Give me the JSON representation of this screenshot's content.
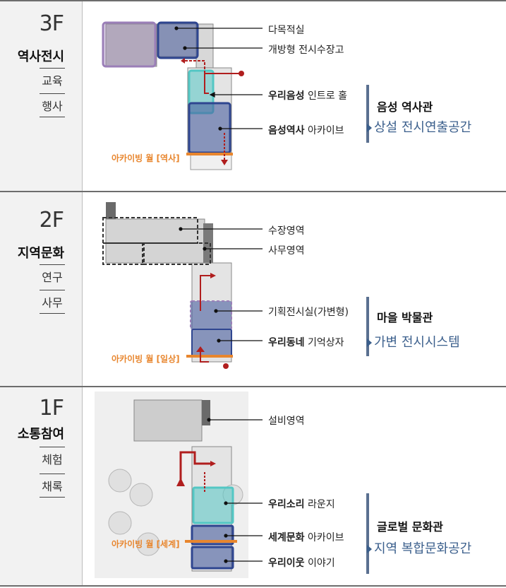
{
  "floors": [
    {
      "floor": "3F",
      "theme": "역사전시",
      "subs": [
        "교육",
        "행사"
      ],
      "labels": [
        {
          "bold": "",
          "text": "다목적실"
        },
        {
          "bold": "",
          "text": "개방형 전시수장고"
        },
        {
          "bold": "우리음성",
          "text": " 인트로 홀"
        },
        {
          "bold": "음성역사",
          "text": " 아카이브"
        }
      ],
      "hall": "음성 역사관",
      "space": "상설 전시연출공간",
      "archive": "아카이빙 월 [역사]"
    },
    {
      "floor": "2F",
      "theme": "지역문화",
      "subs": [
        "연구",
        "사무"
      ],
      "labels": [
        {
          "bold": "",
          "text": "수장영역"
        },
        {
          "bold": "",
          "text": "사무영역"
        },
        {
          "bold": "",
          "text": "기획전시실(가변형)"
        },
        {
          "bold": "우리동네",
          "text": " 기억상자"
        }
      ],
      "hall": "마을 박물관",
      "space": "가변 전시시스템",
      "archive": "아카이빙 월 [일상]"
    },
    {
      "floor": "1F",
      "theme": "소통참여",
      "subs": [
        "체험",
        "채록"
      ],
      "labels": [
        {
          "bold": "",
          "text": "설비영역"
        },
        {
          "bold": "우리소리",
          "text": " 라운지"
        },
        {
          "bold": "세계문화",
          "text": " 아카이브"
        },
        {
          "bold": "우리이웃",
          "text": " 이야기"
        }
      ],
      "hall": "글로벌 문화관",
      "space": "지역 복합문화공간",
      "archive": "아카이빙 월 [세계]"
    }
  ],
  "colors": {
    "purple": "#9b7fb8",
    "blue": "#4a5fa0",
    "cyan": "#53c7c4",
    "red": "#b01e1e",
    "orange": "#e8862e",
    "accent": "#3b5f8c"
  }
}
